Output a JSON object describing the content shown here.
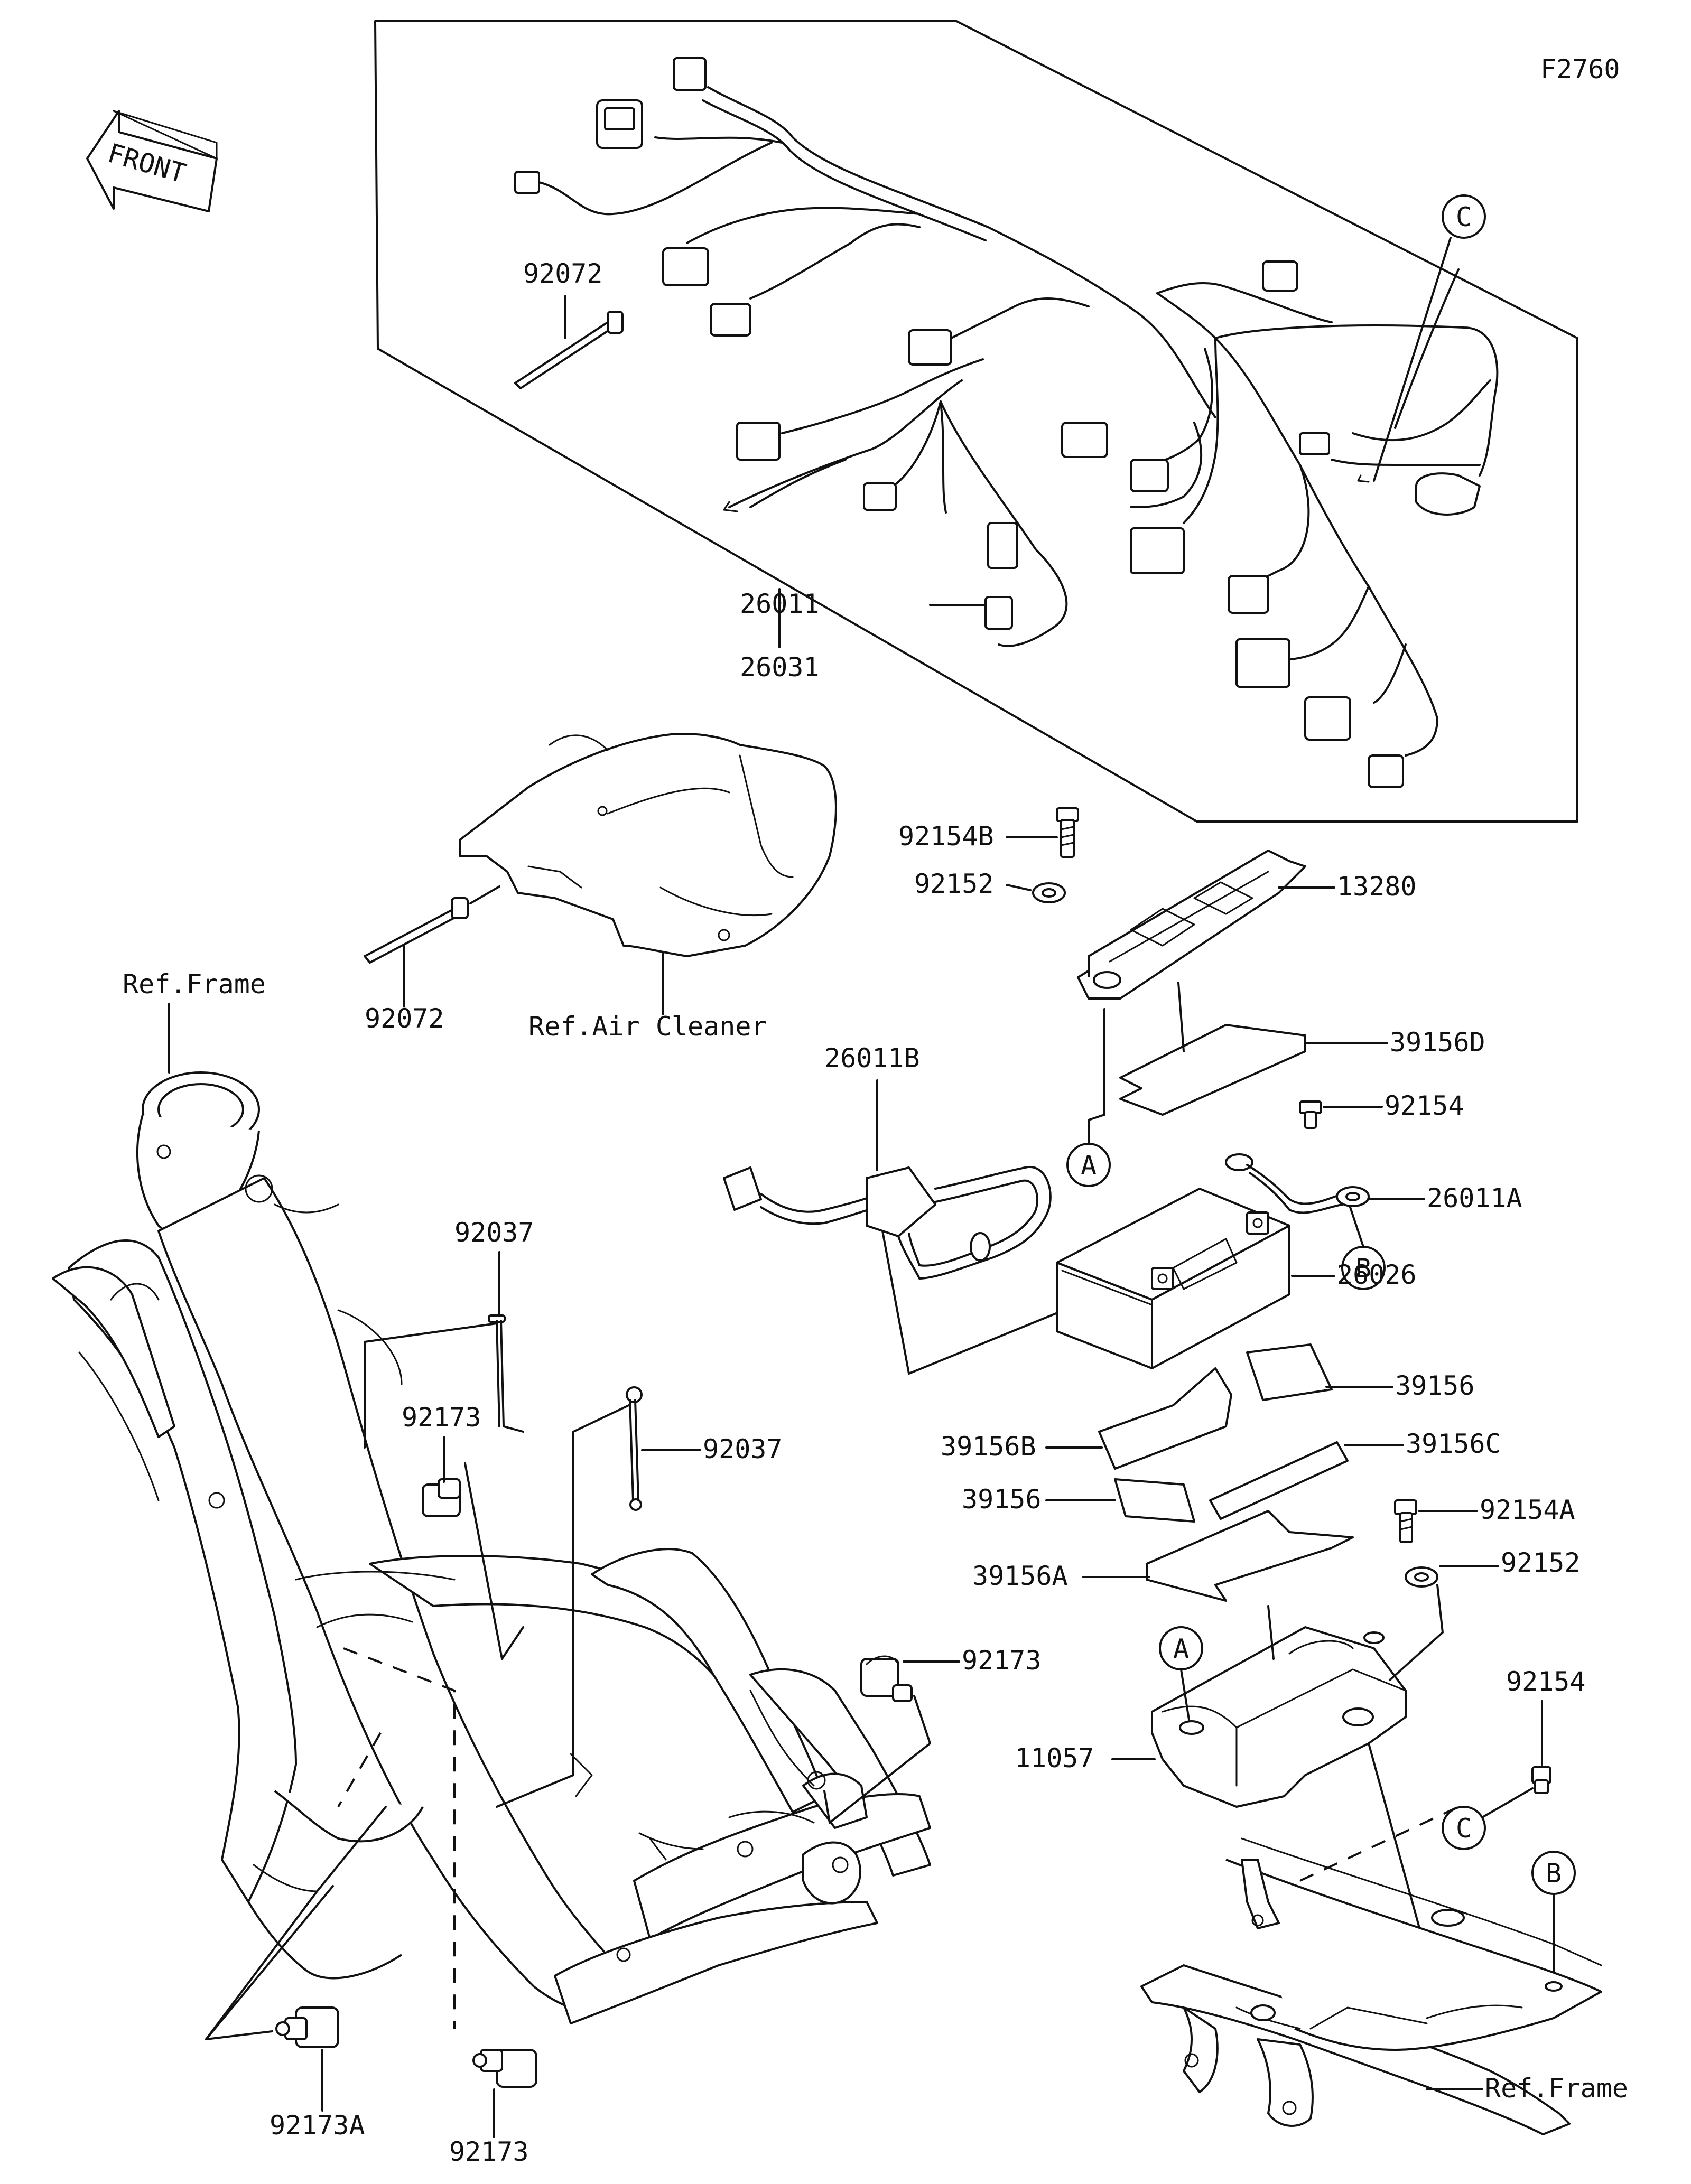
{
  "diagram_code": "F2760",
  "front_arrow": {
    "text": "FRONT",
    "icon": "front-arrow-icon"
  },
  "labels": {
    "p92072_top": "92072",
    "p26011": "26011",
    "p26031": "26031",
    "p92072_mid": "92072",
    "ref_air_cleaner": "Ref.Air Cleaner",
    "ref_frame_left": "Ref.Frame",
    "p92154B": "92154B",
    "p92152_top": "92152",
    "p13280": "13280",
    "p39156D": "39156D",
    "p92154_top": "92154",
    "p26011B": "26011B",
    "p26011A": "26011A",
    "p26026": "26026",
    "p39156_top": "39156",
    "p39156C": "39156C",
    "p39156B": "39156B",
    "p39156_mid": "39156",
    "p92154A": "92154A",
    "p92152_bot": "92152",
    "p39156A": "39156A",
    "p92154_bot": "92154",
    "p11057": "11057",
    "ref_frame_right": "Ref.Frame",
    "p92037_top": "92037",
    "p92037_right": "92037",
    "p92173_top": "92173",
    "p92173_right": "92173",
    "p92173A": "92173A",
    "p92173_bot": "92173"
  },
  "callouts": {
    "A_upper": "A",
    "A_lower": "A",
    "B_upper": "B",
    "B_lower": "B",
    "C_upper": "C",
    "C_lower": "C"
  }
}
